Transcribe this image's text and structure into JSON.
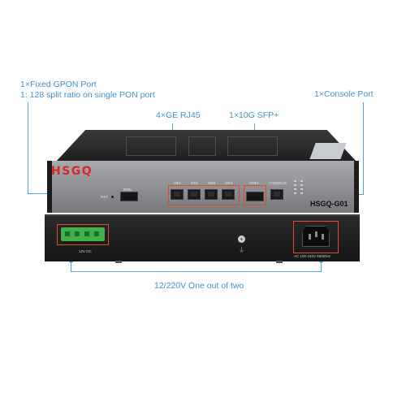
{
  "callouts": {
    "gpon_line1": "1×Fixed GPON Port",
    "gpon_line2": "1: 128 split ratio on single PON port",
    "ge": "4×GE RJ45",
    "sfp": "1×10G SFP+",
    "console": "1×Console Port",
    "power": "12/220V One out of two"
  },
  "device": {
    "brand": "HSGQ",
    "model": "HSGQ-G01",
    "rst_label": "RST",
    "pon_label": "PON",
    "ge_labels": [
      "GE1",
      "GE2",
      "GE3",
      "GE4"
    ],
    "xge_label": "XGE1",
    "console_label": "CONSOLE",
    "dc_label": "12V DC",
    "ac_label": "AC 100-240V 50/60Hz"
  },
  "colors": {
    "callout": "#4a90c8",
    "brand_red": "#d8262b",
    "chassis": "#2a2a2a",
    "panel": "#8c8e92",
    "terminal_green": "#3fb24b",
    "terminal_outline": "#e0492c"
  },
  "icons": [
    "ground-icon",
    "screw-icon"
  ]
}
